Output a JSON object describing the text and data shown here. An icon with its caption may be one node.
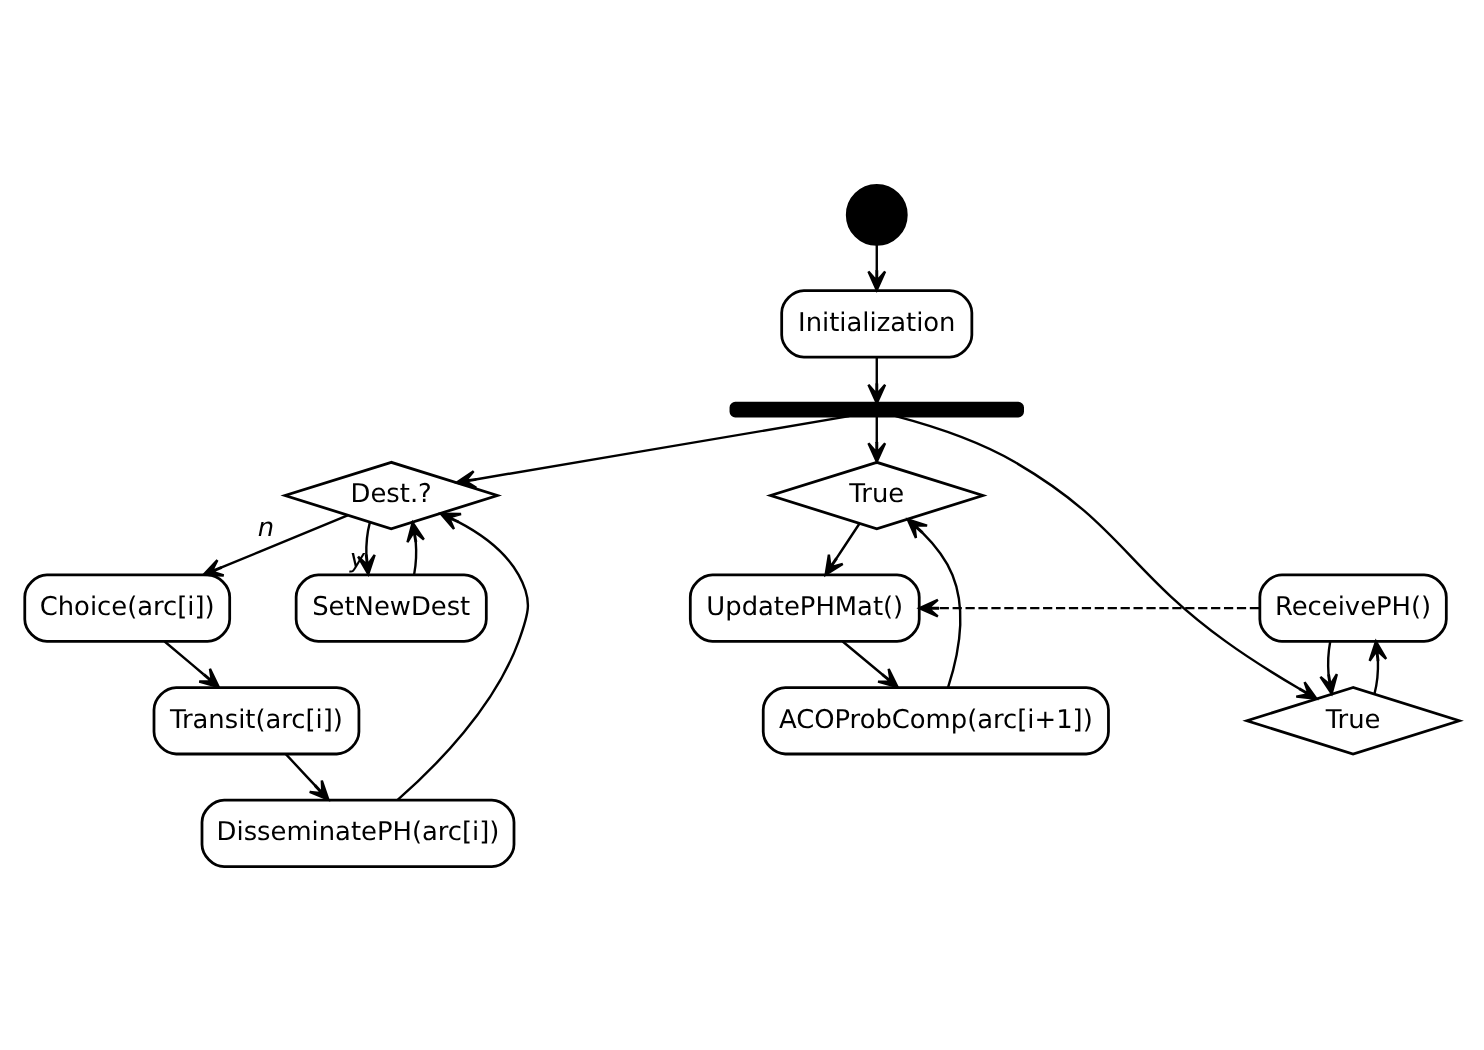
{
  "diagram": {
    "nodes": [
      {
        "text": [],
        "shape": "circle"
      },
      {
        "text": [
          "Initialization"
        ]
      },
      {
        "text": [],
        "shape": "bar"
      },
      {
        "text": [
          "Dest.?"
        ]
      },
      {
        "text": [
          "Choice(arc[i])"
        ]
      },
      {
        "text": [
          "Transit(arc[i])"
        ]
      },
      {
        "text": [
          "DisseminatePH(arc[i])"
        ]
      },
      {
        "text": [
          "SetNewDest"
        ]
      },
      {
        "text": [
          "True"
        ]
      },
      {
        "text": [
          "UpdatePHMat()"
        ]
      },
      {
        "text": [
          "ACOProbComp(arc[i+1])"
        ]
      },
      {
        "text": [
          "True"
        ]
      },
      {
        "text": [
          "ReceivePH()"
        ]
      }
    ],
    "edges": [
      {
        "from": 0,
        "to": 1,
        "arrow": "to"
      },
      {
        "from": 1,
        "to": 2,
        "arrow": "to"
      },
      {
        "from": 2,
        "to": 3,
        "arrow": "to"
      },
      {
        "from": 2,
        "to": 8,
        "arrow": "to"
      },
      {
        "from": 2,
        "to": 11,
        "arrow": "to"
      },
      {
        "from": 3,
        "to": 4,
        "arrow": "to",
        "label": "n"
      },
      {
        "from": 4,
        "to": 5,
        "arrow": "to"
      },
      {
        "from": 5,
        "to": 6,
        "arrow": "to"
      },
      {
        "from": 6,
        "to": 3,
        "arrow": "to"
      },
      {
        "from": 3,
        "to": 7,
        "arrow": "to",
        "label": "y"
      },
      {
        "from": 7,
        "to": 3,
        "arrow": "to"
      },
      {
        "from": 8,
        "to": 9,
        "arrow": "to"
      },
      {
        "from": 9,
        "to": 10,
        "arrow": "to"
      },
      {
        "from": 10,
        "to": 8,
        "arrow": "to"
      },
      {
        "from": 11,
        "to": 12,
        "arrow": "to"
      },
      {
        "from": 12,
        "to": 9,
        "arrow": "to",
        "style": "dashed"
      },
      {
        "from": 12,
        "to": 11,
        "arrow": "to"
      }
    ]
  }
}
